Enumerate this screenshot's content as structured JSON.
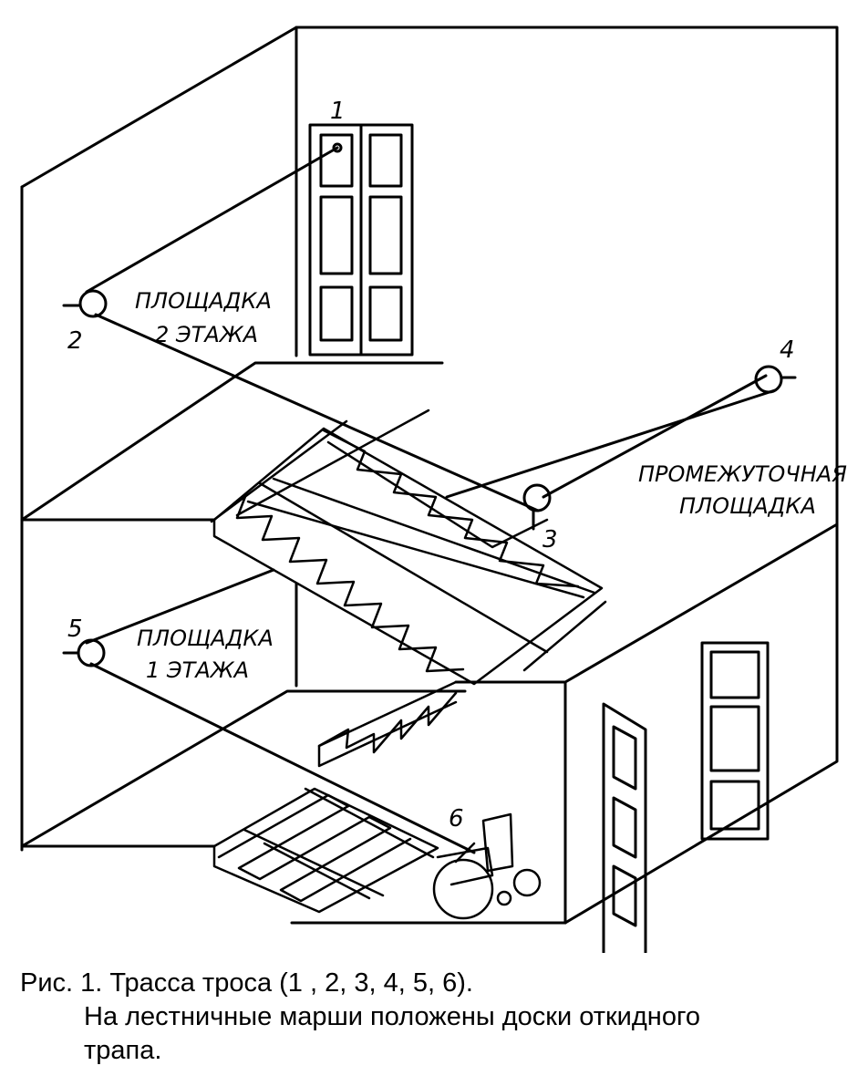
{
  "labels": {
    "landing_2_line1": "ПЛОЩАДКА",
    "landing_2_line2": "2 ЭТАЖА",
    "landing_mid_line1": "ПРОМЕЖУТОЧНАЯ",
    "landing_mid_line2": "ПЛОЩАДКА",
    "landing_1_line1": "ПЛОЩАДКА",
    "landing_1_line2": "1 ЭТАЖА"
  },
  "points": [
    "1",
    "2",
    "3",
    "4",
    "5",
    "6"
  ],
  "caption": {
    "line1": "Рис.  1. Трасса троса (1 , 2, 3, 4, 5, 6).",
    "line2": "На лестничные марши положены доски откидного",
    "line3": "трапа."
  }
}
